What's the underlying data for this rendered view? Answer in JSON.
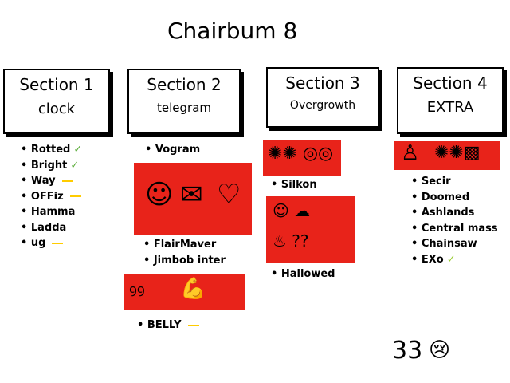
{
  "title": "Chairbum 8",
  "sections": [
    {
      "heading": "Section 1",
      "subtitle": "clock",
      "items": [
        {
          "label": "Rotted",
          "mark": "check"
        },
        {
          "label": "Bright",
          "mark": "check"
        },
        {
          "label": "Way",
          "mark": "dash"
        },
        {
          "label": "OFFiz",
          "mark": "dash"
        },
        {
          "label": "Hamma",
          "mark": ""
        },
        {
          "label": "Ladda",
          "mark": ""
        },
        {
          "label": "ug",
          "mark": "dash"
        }
      ]
    },
    {
      "heading": "Section 2",
      "subtitle": "telegram",
      "items": [
        "Vogram",
        "FlairMaver",
        "Jimbob inter",
        "BELLY"
      ]
    },
    {
      "heading": "Section 3",
      "subtitle": "Overgrowth",
      "items": [
        "Silkon",
        "Hallowed"
      ]
    },
    {
      "heading": "Section 4",
      "subtitle": "EXTRA",
      "items": [
        "Secir",
        "Doomed",
        "Ashlands",
        "Central mass",
        "Chainsaw",
        "EXo"
      ]
    }
  ],
  "footer": {
    "count": "33"
  },
  "colors": {
    "banner": "#e8231a",
    "check": "#55aa33",
    "dash": "#ffcc00"
  }
}
